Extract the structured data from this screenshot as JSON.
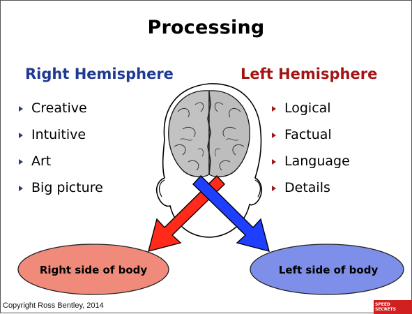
{
  "title": "Processing",
  "right_hemisphere": {
    "heading": "Right Hemisphere",
    "items": [
      "Creative",
      "Intuitive",
      "Art",
      "Big picture"
    ]
  },
  "left_hemisphere": {
    "heading": "Left Hemisphere",
    "items": [
      "Logical",
      "Factual",
      "Language",
      "Details"
    ]
  },
  "right_body_label": "Right side of body",
  "left_body_label": "Left side of body",
  "copyright": "Copyright Ross Bentley, 2014",
  "logo_text": "SPEED SECRETS",
  "colors": {
    "right_heading": "#1f3a93",
    "left_heading": "#a31515",
    "right_oval": "#f08b7b",
    "left_oval": "#7d8fe8",
    "red_arrow": "#ff2a1a",
    "blue_arrow": "#1f3fff",
    "brain": "#bdbdbd"
  }
}
